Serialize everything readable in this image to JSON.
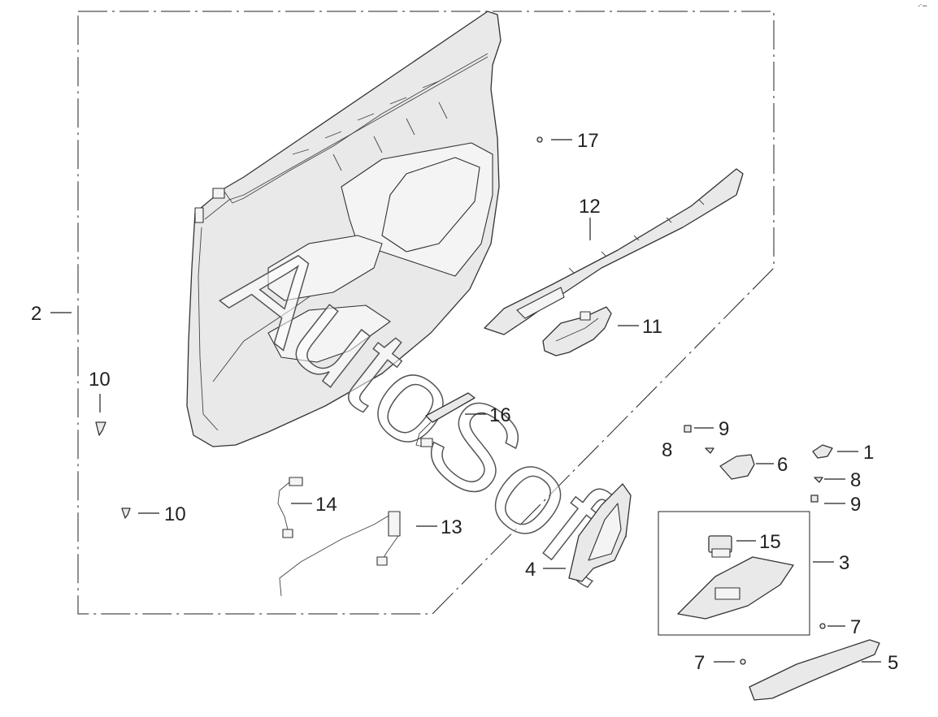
{
  "corner_mark": "•'' •••",
  "watermark": "AutoSoft",
  "callouts": [
    {
      "id": "c2",
      "text": "2"
    },
    {
      "id": "c10a",
      "text": "10"
    },
    {
      "id": "c10b",
      "text": "10"
    },
    {
      "id": "c17",
      "text": "17"
    },
    {
      "id": "c12",
      "text": "12"
    },
    {
      "id": "c11",
      "text": "11"
    },
    {
      "id": "c16",
      "text": "16"
    },
    {
      "id": "c14",
      "text": "14"
    },
    {
      "id": "c13",
      "text": "13"
    },
    {
      "id": "c9a",
      "text": "9"
    },
    {
      "id": "c8a",
      "text": "8"
    },
    {
      "id": "c6",
      "text": "6"
    },
    {
      "id": "c1",
      "text": "1"
    },
    {
      "id": "c8b",
      "text": "8"
    },
    {
      "id": "c9b",
      "text": "9"
    },
    {
      "id": "c15",
      "text": "15"
    },
    {
      "id": "c3",
      "text": "3"
    },
    {
      "id": "c4",
      "text": "4"
    },
    {
      "id": "c7a",
      "text": "7"
    },
    {
      "id": "c7b",
      "text": "7"
    },
    {
      "id": "c5",
      "text": "5"
    }
  ]
}
